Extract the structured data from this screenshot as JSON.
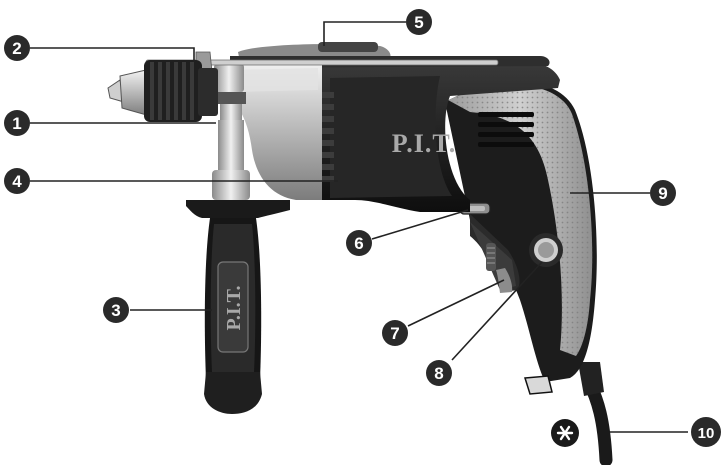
{
  "brand": {
    "body_logo": "P.I.T.",
    "handle_logo": "P.I.T."
  },
  "callouts": [
    {
      "id": "1",
      "part": "chuck"
    },
    {
      "id": "2",
      "part": "depth-gauge"
    },
    {
      "id": "3",
      "part": "auxiliary-handle"
    },
    {
      "id": "4",
      "part": "collar"
    },
    {
      "id": "5",
      "part": "mode-switch"
    },
    {
      "id": "6",
      "part": "direction-switch"
    },
    {
      "id": "7",
      "part": "trigger"
    },
    {
      "id": "8",
      "part": "lock-button"
    },
    {
      "id": "9",
      "part": "main-handle"
    },
    {
      "id": "10",
      "part": "power-cord"
    }
  ],
  "colors": {
    "body": "#1f1f1f",
    "body_dark": "#111111",
    "metal": "#b8b8b8",
    "metal_light": "#e6e6e6",
    "grip": "#b3b3b3",
    "callout": "#2a2a2a",
    "line": "#222222"
  }
}
